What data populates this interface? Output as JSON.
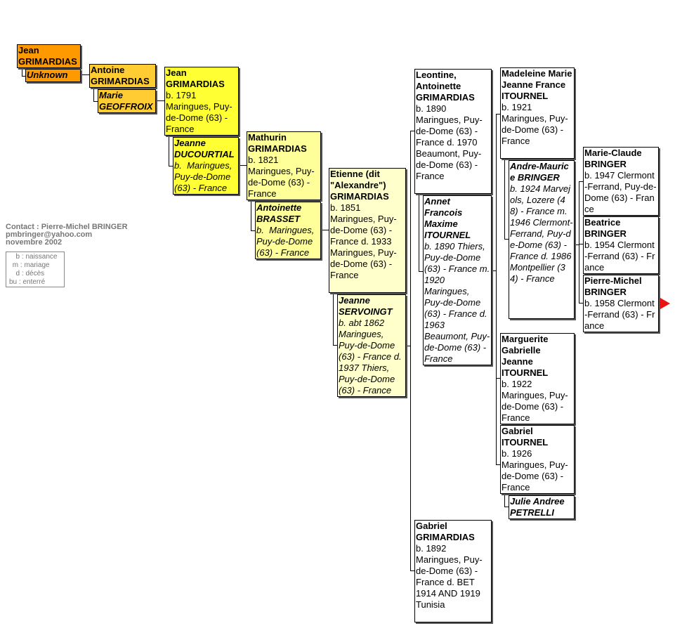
{
  "contact": {
    "line1": "Contact : Pierre-Michel BRINGER",
    "line2": "pmbringer@yahoo.com",
    "line3": "novembre 2002"
  },
  "legend": [
    "  b : naissance",
    " m : mariage",
    "  d : décès",
    "bu : enterré"
  ],
  "colors": {
    "gen1": "#ff9900",
    "gen2": "#ffcc33",
    "gen3": "#ffff33",
    "gen4": "#ffff99",
    "gen5": "#ffffcc",
    "gen6": "#ffffff",
    "arrow": "#ee1111"
  },
  "persons": {
    "jean1": {
      "name": "Jean GRIMARDIAS",
      "info": ""
    },
    "unknown": {
      "name": "Unknown",
      "info": ""
    },
    "antoine": {
      "name": "Antoine GRIMARDIAS",
      "info": ""
    },
    "marie_geoffroix": {
      "name": "Marie GEOFFROIX",
      "info": ""
    },
    "jean2": {
      "name": "Jean GRIMARDIAS",
      "info": "b. 1791 Maringues, Puy-de-Dome (63) - France"
    },
    "jeanne_ducourtial": {
      "name": "Jeanne DUCOURTIAL",
      "info": "b.  Maringues, Puy-de-Dome (63) - France"
    },
    "mathurin": {
      "name": "Mathurin GRIMARDIAS",
      "info": "b. 1821 Maringues, Puy-de-Dome (63) - France"
    },
    "antoinette_brasset": {
      "name": "Antoinette BRASSET",
      "info": "b.  Maringues, Puy-de-Dome (63) - France"
    },
    "etienne": {
      "name": "Etienne (dit \"Alexandre\") GRIMARDIAS",
      "info": "b. 1851 Maringues, Puy-de-Dome (63) - France d. 1933 Maringues, Puy-de-Dome (63) - France"
    },
    "jeanne_servoingt": {
      "name": "Jeanne SERVOINGT",
      "info": "b. abt 1862 Maringues, Puy-de-Dome (63) - France d. 1937 Thiers, Puy-de-Dome (63) - France"
    },
    "leontine": {
      "name": "Leontine, Antoinette GRIMARDIAS",
      "info": "b. 1890 Maringues, Puy-de-Dome (63) - France d. 1970 Beaumont, Puy-de-Dome (63) - France"
    },
    "annet": {
      "name": "Annet Francois Maxime ITOURNEL",
      "info": "b. 1890 Thiers, Puy-de-Dome (63) - France m. 1920 Maringues, Puy-de-Dome (63) - France d. 1963 Beaumont, Puy-de-Dome (63) - France"
    },
    "gabriel_grimardias": {
      "name": "Gabriel GRIMARDIAS",
      "info": "b. 1892 Maringues, Puy-de-Dome (63) - France d. BET 1914 AND 1919 Tunisia"
    },
    "madeleine": {
      "name": "Madeleine Marie Jeanne France ITOURNEL",
      "info": "b. 1921 Maringues, Puy-de-Dome (63) - France"
    },
    "andre_maurice": {
      "name": "Andre-Maurice BRINGER",
      "info": "b. 1924 Marvejols, Lozere (48) - France m. 1946 Clermont-Ferrand, Puy-de-Dome (63) - France d. 1986 Montpellier (34) - France"
    },
    "marguerite": {
      "name": "Marguerite Gabrielle Jeanne ITOURNEL",
      "info": "b. 1922 Maringues, Puy-de-Dome (63) - France"
    },
    "gabriel_itournel": {
      "name": "Gabriel ITOURNEL",
      "info": "b. 1926 Maringues, Puy-de-Dome (63) - France"
    },
    "julie": {
      "name": "Julie Andree PETRELLI",
      "info": ""
    },
    "marie_claude": {
      "name": "Marie-Claude BRINGER",
      "info": "b. 1947 Clermont-Ferrand, Puy-de-Dome (63) - France"
    },
    "beatrice": {
      "name": "Beatrice BRINGER",
      "info": "b. 1954 Clermont-Ferrand (63) - France"
    },
    "pierre_michel": {
      "name": "Pierre-Michel BRINGER",
      "info": "b. 1958 Clermont-Ferrand (63) - France"
    }
  },
  "more_arrow": {
    "icon": "triangle-right"
  }
}
